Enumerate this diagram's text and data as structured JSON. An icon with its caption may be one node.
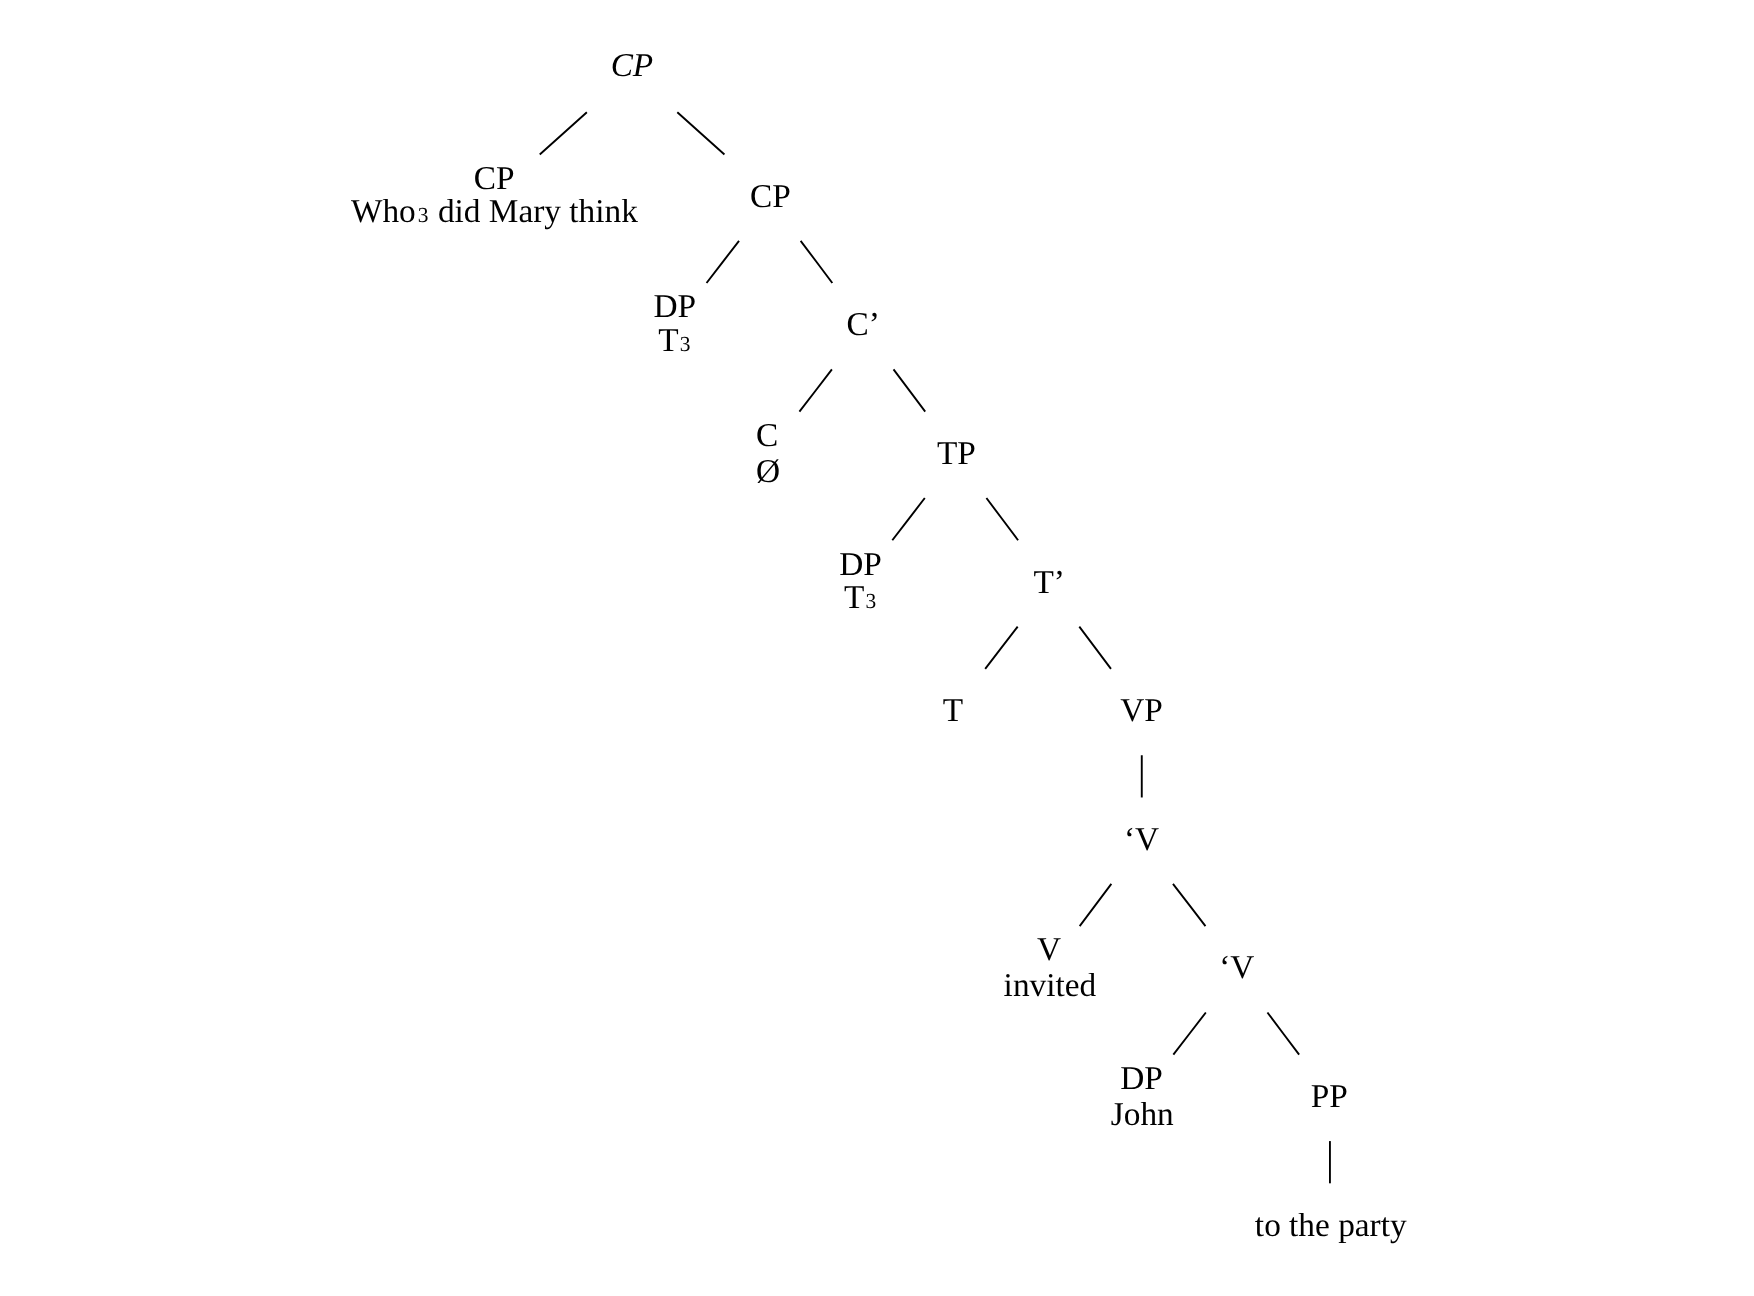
{
  "diagram": {
    "nodes": [
      {
        "text": [
          "CP"
        ]
      },
      {
        "text": [
          "CP",
          "Who$^{3}$ did Mary think"
        ]
      },
      {
        "text": [
          "CP"
        ]
      },
      {
        "text": [
          "DP",
          "T$^{3}$"
        ]
      },
      {
        "text": [
          "C’"
        ]
      },
      {
        "text": [
          "C",
          "Ø"
        ]
      },
      {
        "text": [
          "TP"
        ]
      },
      {
        "text": [
          "DP",
          "T$^{3}$"
        ]
      },
      {
        "text": [
          "T’"
        ]
      },
      {
        "text": [
          "T"
        ]
      },
      {
        "text": [
          "VP"
        ]
      },
      {
        "text": [
          "‘V"
        ]
      },
      {
        "text": [
          "V",
          "invited"
        ]
      },
      {
        "text": [
          "‘V"
        ]
      },
      {
        "text": [
          "DP",
          "John"
        ]
      },
      {
        "text": [
          "PP"
        ]
      },
      {
        "text": [
          "to the party"
        ]
      }
    ],
    "edges": [
      {
        "from": 0,
        "to": 1,
        "arrow": "none"
      },
      {
        "from": 0,
        "to": 2,
        "arrow": "none"
      },
      {
        "from": 2,
        "to": 3,
        "arrow": "none"
      },
      {
        "from": 2,
        "to": 4,
        "arrow": "none"
      },
      {
        "from": 4,
        "to": 5,
        "arrow": "none"
      },
      {
        "from": 4,
        "to": 6,
        "arrow": "none"
      },
      {
        "from": 6,
        "to": 7,
        "arrow": "none"
      },
      {
        "from": 6,
        "to": 8,
        "arrow": "none"
      },
      {
        "from": 8,
        "to": 9,
        "arrow": "none"
      },
      {
        "from": 8,
        "to": 10,
        "arrow": "none"
      },
      {
        "from": 10,
        "to": 11,
        "arrow": "none"
      },
      {
        "from": 11,
        "to": 12,
        "arrow": "none"
      },
      {
        "from": 11,
        "to": 13,
        "arrow": "none"
      },
      {
        "from": 13,
        "to": 14,
        "arrow": "none"
      },
      {
        "from": 13,
        "to": 15,
        "arrow": "none"
      },
      {
        "from": 15,
        "to": 16,
        "arrow": "none"
      }
    ]
  }
}
